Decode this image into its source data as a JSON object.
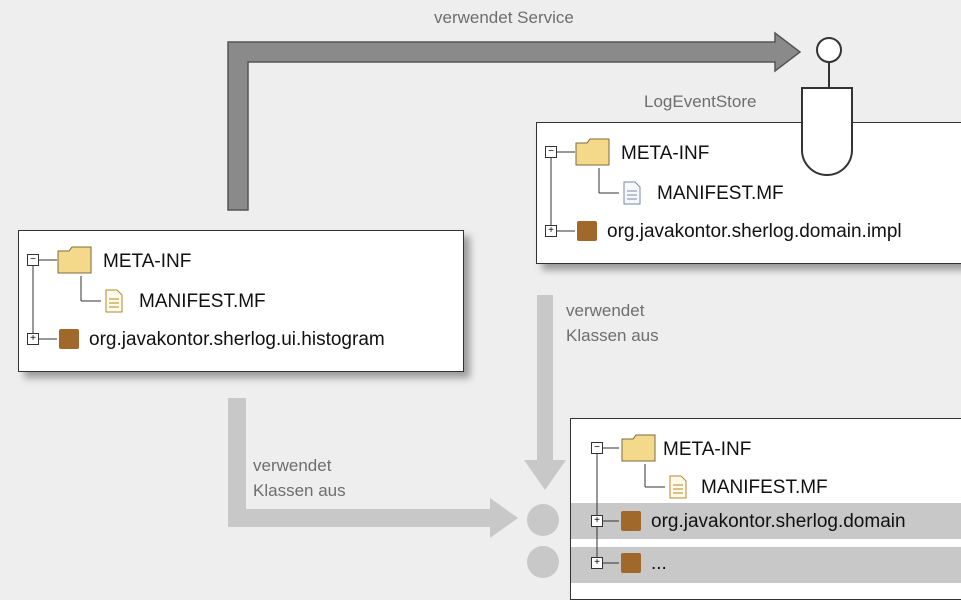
{
  "labels": {
    "uses_service": "verwendet Service",
    "service_name": "LogEventStore",
    "uses_classes_1": [
      "verwendet",
      "Klassen aus"
    ],
    "uses_classes_2": [
      "verwendet",
      "Klassen aus"
    ]
  },
  "bundles": {
    "histogram": {
      "meta_inf": "META-INF",
      "manifest": "MANIFEST.MF",
      "package": "org.javakontor.sherlog.ui.histogram"
    },
    "domain_impl": {
      "meta_inf": "META-INF",
      "manifest": "MANIFEST.MF",
      "package": "org.javakontor.sherlog.domain.impl"
    },
    "domain": {
      "meta_inf": "META-INF",
      "manifest": "MANIFEST.MF",
      "package": "org.javakontor.sherlog.domain",
      "more": "..."
    }
  },
  "colors": {
    "arrow_dark": "#8a8a8a",
    "arrow_light": "#c8c8c8",
    "folder": "#f5d98a",
    "package_icon": "#a0682a"
  },
  "icons": [
    "folder-icon",
    "manifest-file-icon",
    "package-icon",
    "expand-icon",
    "collapse-icon",
    "service-lollipop-icon"
  ]
}
